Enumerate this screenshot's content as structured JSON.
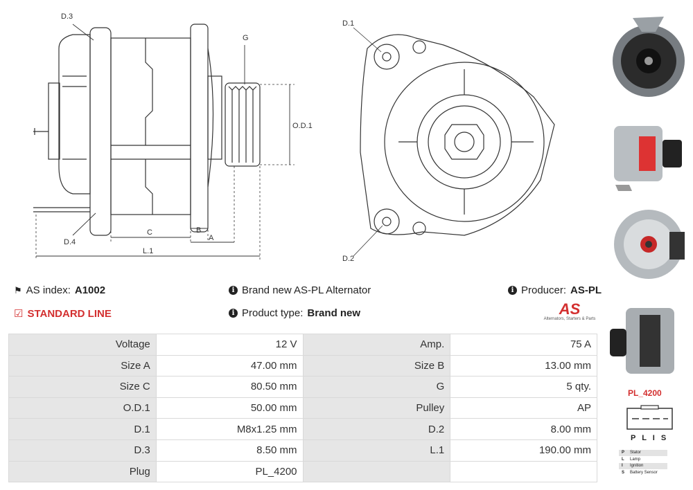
{
  "drawing": {
    "labels": {
      "d3": "D.3",
      "g": "G",
      "od1": "O.D.1",
      "d4": "D.4",
      "c": "C",
      "b": "B",
      "a": "A",
      "l1": "L.1",
      "d1": "D.1",
      "d2": "D.2"
    }
  },
  "info": {
    "as_index_label": "AS index:",
    "as_index_value": "A1002",
    "standard_line": "STANDARD LINE",
    "description": "Brand new AS-PL Alternator",
    "product_type_label": "Product type:",
    "product_type_value": "Brand new",
    "producer_label": "Producer:",
    "producer_value": "AS-PL",
    "logo_text": "AS",
    "logo_tagline": "Alternators, Starters & Parts"
  },
  "specs": [
    {
      "l1": "Voltage",
      "v1": "12 V",
      "l2": "Amp.",
      "v2": "75 A"
    },
    {
      "l1": "Size A",
      "v1": "47.00 mm",
      "l2": "Size B",
      "v2": "13.00 mm"
    },
    {
      "l1": "Size C",
      "v1": "80.50 mm",
      "l2": "G",
      "v2": "5 qty."
    },
    {
      "l1": "O.D.1",
      "v1": "50.00 mm",
      "l2": "Pulley",
      "v2": "AP"
    },
    {
      "l1": "D.1",
      "v1": "M8x1.25 mm",
      "l2": "D.2",
      "v2": "8.00 mm"
    },
    {
      "l1": "D.3",
      "v1": "8.50 mm",
      "l2": "L.1",
      "v2": "190.00 mm"
    },
    {
      "l1": "Plug",
      "v1": "PL_4200",
      "l2": "",
      "v2": ""
    }
  ],
  "plug": {
    "title": "PL_4200",
    "pins": "P L I S",
    "legend": [
      {
        "k": "P",
        "v": "Stator"
      },
      {
        "k": "L",
        "v": "Lamp"
      },
      {
        "k": "I",
        "v": "Ignition"
      },
      {
        "k": "S",
        "v": "Battery Sensor"
      }
    ]
  },
  "colors": {
    "accent": "#d32f2f",
    "table_label_bg": "#e6e6e6",
    "photo_body": "#8a8f94"
  }
}
